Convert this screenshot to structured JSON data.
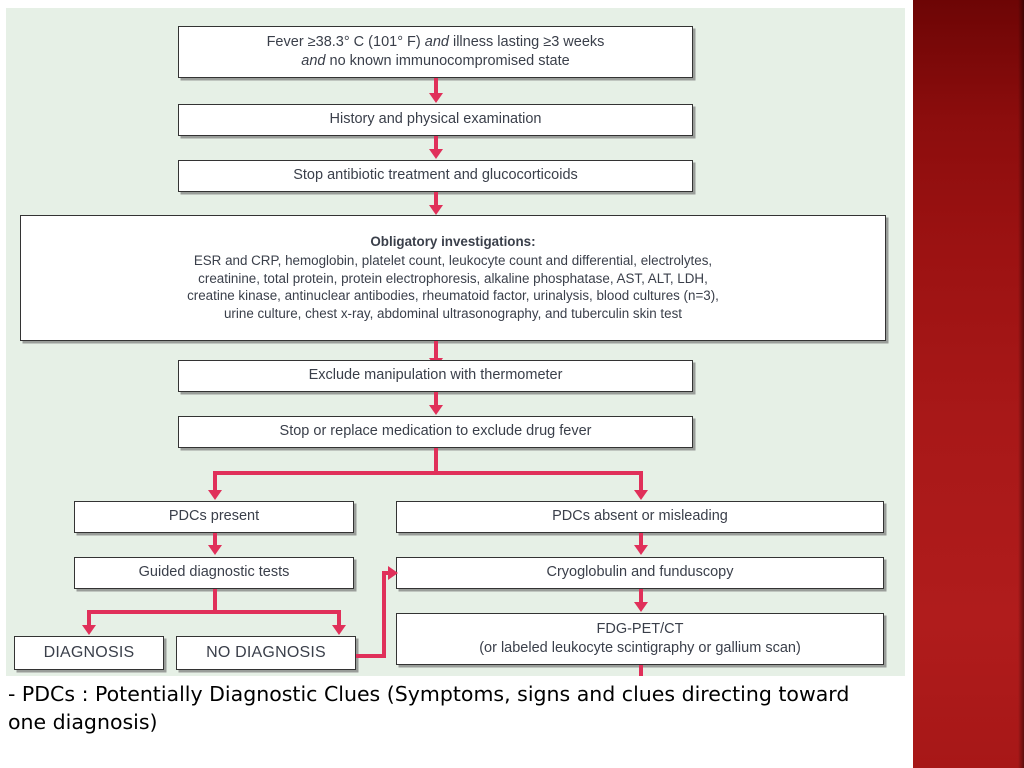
{
  "slide": {
    "caption": "- PDCs : Potentially Diagnostic Clues (Symptoms, signs and clues directing toward one diagnosis)",
    "accent_red": "#a81818",
    "arrow_color": "#e0305a",
    "panel_background": "#e6f0e6",
    "box_text_color": "#3a3f4a"
  },
  "flowchart": {
    "type": "diagram",
    "title": "Fever of unknown origin diagnostic algorithm",
    "nodes": {
      "entry": {
        "line1_a": "Fever ≥38.3° C (101° F) ",
        "line1_italic": "and",
        "line1_b": " illness lasting ≥3 weeks",
        "line2_italic": "and",
        "line2_b": " no known immunocompromised state"
      },
      "history": "History and physical examination",
      "stop_antibiotic": "Stop antibiotic treatment and glucocorticoids",
      "obligatory": {
        "heading": "Obligatory investigations:",
        "line1": "ESR and CRP, hemoglobin, platelet count, leukocyte count and differential, electrolytes,",
        "line2": "creatinine, total protein, protein electrophoresis, alkaline phosphatase, AST, ALT, LDH,",
        "line3": "creatine kinase, antinuclear antibodies, rheumatoid factor, urinalysis, blood cultures (n=3),",
        "line4": "urine culture, chest x-ray, abdominal ultrasonography, and tuberculin skin test"
      },
      "exclude_thermometer": "Exclude manipulation with thermometer",
      "stop_medication": "Stop or replace medication to exclude drug fever",
      "pdcs_present": "PDCs present",
      "pdcs_absent": "PDCs absent or misleading",
      "guided_tests": "Guided diagnostic tests",
      "cryoglobulin": "Cryoglobulin and funduscopy",
      "diagnosis": "DIAGNOSIS",
      "no_diagnosis": "NO DIAGNOSIS",
      "fdg_pet": {
        "line1": "FDG-PET/CT",
        "line2": "(or labeled leukocyte scintigraphy or gallium scan)"
      }
    }
  }
}
